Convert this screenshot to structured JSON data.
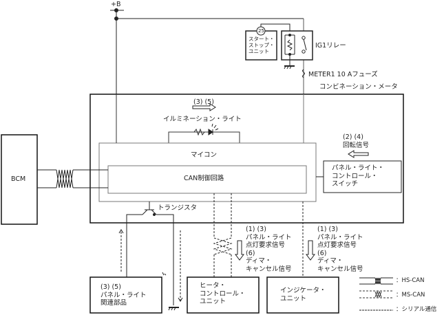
{
  "power": {
    "battery_label": "+B"
  },
  "relay": {
    "label": "IG1リレー",
    "connector_number": "25"
  },
  "start_stop_unit": {
    "lines": [
      "スタート・",
      "ストップ・",
      "ユニット"
    ]
  },
  "fuse": {
    "label": "METER1 10 Aフューズ"
  },
  "combination_meter": {
    "title": "コンビネーション・メータ",
    "illumination": {
      "signals": "(3) (5)",
      "label": "イルミネーション・ライト"
    },
    "microcontroller": {
      "label": "マイコン"
    },
    "can_circuit": {
      "label": "CAN制御回路"
    },
    "transistor": {
      "label": "トランジスタ"
    },
    "rotation_signal": {
      "signals": "(2) (4)",
      "label": "回転信号"
    }
  },
  "bcm": {
    "label": "BCM"
  },
  "panel_light_switch": {
    "lines": [
      "パネル・ライト・",
      "コントロール・",
      "スイッチ"
    ]
  },
  "signal_groups": [
    {
      "l1": "(1) (3)",
      "l2": "パネル・ライト",
      "l3": "点灯要求信号",
      "l4": "(6)",
      "l5": "ディマ・",
      "l6": "キャンセル信号"
    },
    {
      "l1": "(1) (3)",
      "l2": "パネル・ライト",
      "l3": "点灯要求信号",
      "l4": "(6)",
      "l5": "ディマ・",
      "l6": "キャンセル信号"
    }
  ],
  "bottom_units": {
    "panel_parts": {
      "l1": "(3) (5)",
      "l2": "パネル・ライト",
      "l3": "関連部品"
    },
    "heater_unit": {
      "l1": "ヒータ・",
      "l2": "コントロール・",
      "l3": "ユニット"
    },
    "indicator_unit": {
      "l1": "インジケータ・",
      "l2": "ユニット"
    }
  },
  "legend": {
    "items": [
      {
        "label": "：HS-CAN"
      },
      {
        "label": "：MS-CAN"
      },
      {
        "label": "：シリアル通信"
      }
    ]
  }
}
